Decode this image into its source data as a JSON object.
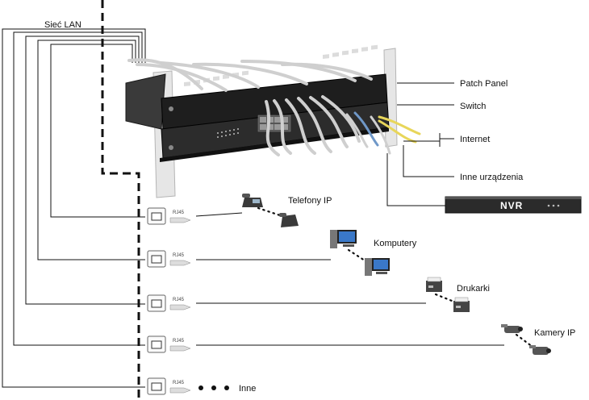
{
  "lan_label": "Sieć LAN",
  "rack_labels": {
    "patch_panel": "Patch Panel",
    "switch": "Switch",
    "internet": "Internet",
    "other_devices": "Inne urządzenia",
    "nvr": "NVR"
  },
  "rj45_label": "RJ45",
  "devices": [
    {
      "name": "telefony",
      "label": "Telefony IP",
      "icon": "ip-phone-icon"
    },
    {
      "name": "komputery",
      "label": "Komputery",
      "icon": "computer-icon"
    },
    {
      "name": "drukarki",
      "label": "Drukarki",
      "icon": "printer-icon"
    },
    {
      "name": "kamery",
      "label": "Kamery IP",
      "icon": "ip-camera-icon"
    },
    {
      "name": "inne",
      "label": "Inne",
      "icon": "dots-icon"
    }
  ],
  "colors": {
    "line": "#111111",
    "rack": "#2a2a2a",
    "cable_gray": "#cfcfcf",
    "cable_yellow": "#e8d65a",
    "cable_blue": "#6f98c8",
    "nvr_body": "#2b2b2b"
  }
}
